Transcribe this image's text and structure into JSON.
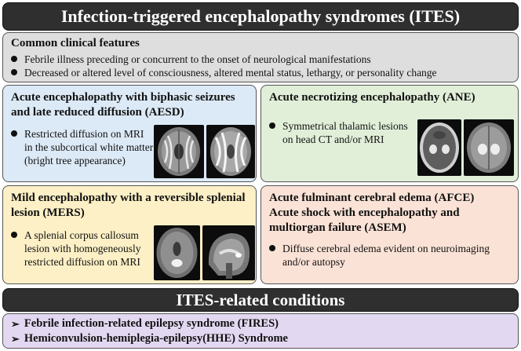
{
  "header": {
    "title": "Infection-triggered encephalopathy syndromes (ITES)"
  },
  "common": {
    "title": "Common clinical features",
    "items": [
      "Febrile illness preceding or concurrent to the onset of neurological manifestations",
      "Decreased or altered level of consciousness, altered mental status, lethargy, or personality change"
    ]
  },
  "aesd": {
    "title_line1": "Acute encephalopathy with biphasic seizures",
    "title_line2": "and late reduced diffusion (AESD)",
    "bullet_line1": "Restricted diffusion on MRI",
    "bullet_line2": "in the subcortical white matter",
    "bullet_line3": "(bright tree appearance)"
  },
  "ane": {
    "title": "Acute necrotizing encephalopathy (ANE)",
    "bullet_line1": "Symmetrical thalamic lesions",
    "bullet_line2": "on head CT and/or MRI"
  },
  "mers": {
    "title_line1": "Mild encephalopathy with a reversible splenial",
    "title_line2": "lesion (MERS)",
    "bullet_line1": "A splenial corpus callosum",
    "bullet_line2": "lesion with homogeneously",
    "bullet_line3": "restricted diffusion on MRI"
  },
  "afce": {
    "title_line1": "Acute fulminant cerebral edema (AFCE)",
    "title_line2": "Acute shock with encephalopathy and",
    "title_line3": "multiorgan failure (ASEM)",
    "bullet_line1": "Diffuse cerebral edema evident on neuroimaging",
    "bullet_line2": "and/or autopsy"
  },
  "related_header": {
    "title": "ITES-related conditions"
  },
  "related": {
    "items": [
      "Febrile infection-related epilepsy syndrome (FIRES)",
      "Hemiconvulsion-hemiplegia-epilepsy(HHE) Syndrome"
    ]
  },
  "icons": {
    "bullet": "filled-circle",
    "related_bullet": "arrowhead-right"
  },
  "colors": {
    "banner": "#2f2f2f",
    "common": "#dedede",
    "aesd": "#dce9f6",
    "ane": "#e1efd8",
    "mers": "#fdf0c6",
    "afce": "#fbe2d6",
    "related": "#e3d8f1"
  }
}
